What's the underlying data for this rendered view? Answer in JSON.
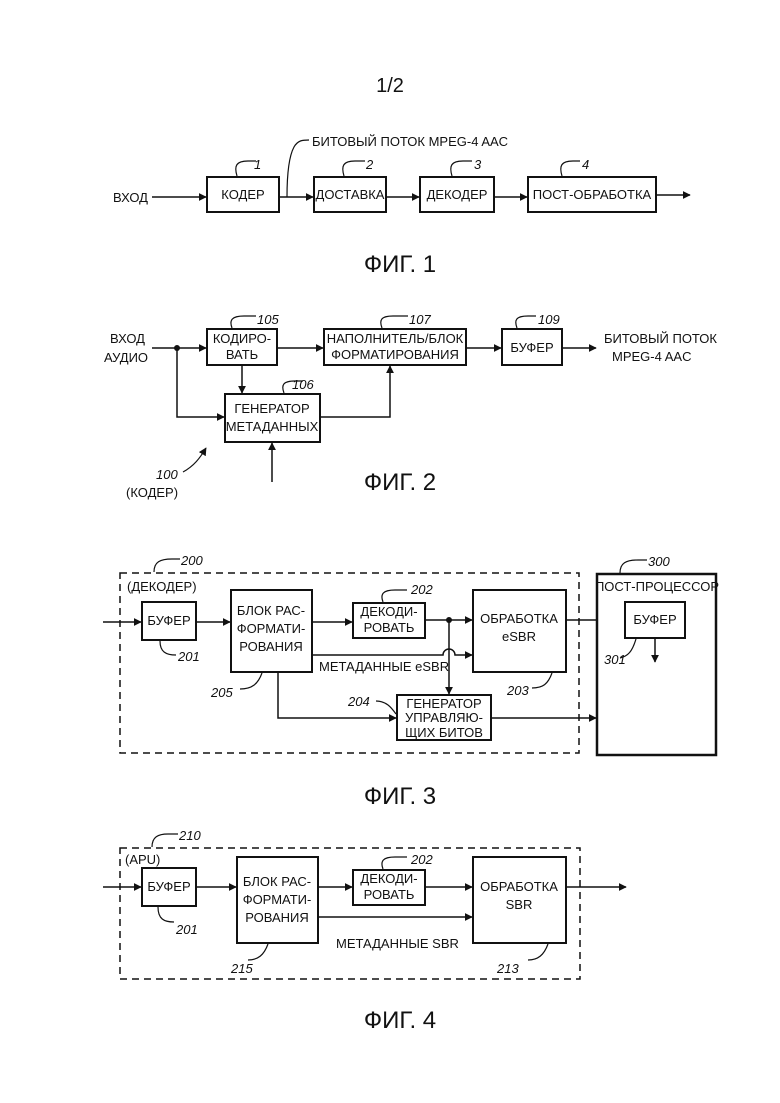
{
  "page_number": "1/2",
  "fig1": {
    "caption": "ФИГ. 1",
    "input": "ВХОД",
    "bitstream": "БИТОВЫЙ ПОТОК MPEG-4 AAC",
    "encoder": "КОДЕР",
    "encoder_ref": "1",
    "delivery": "ДОСТАВКА",
    "delivery_ref": "2",
    "decoder": "ДЕКОДЕР",
    "decoder_ref": "3",
    "postproc": "ПОСТ-ОБРАБОТКА",
    "postproc_ref": "4"
  },
  "fig2": {
    "caption": "ФИГ. 2",
    "input_l1": "ВХОД",
    "input_l2": "АУДИО",
    "encode_l1": "КОДИРО-",
    "encode_l2": "ВАТЬ",
    "encode_ref": "105",
    "filler_l1": "НАПОЛНИТЕЛЬ/БЛОК",
    "filler_l2": "ФОРМАТИРОВАНИЯ",
    "filler_ref": "107",
    "buffer": "БУФЕР",
    "buffer_ref": "109",
    "output_l1": "БИТОВЫЙ ПОТОК",
    "output_l2": "MPEG-4 AAC",
    "metagen_l1": "ГЕНЕРАТОР",
    "metagen_l2": "МЕТАДАННЫХ",
    "metagen_ref": "106",
    "encoder_ref": "100",
    "encoder_label": "(КОДЕР)"
  },
  "fig3": {
    "caption": "ФИГ. 3",
    "decoder_ref": "200",
    "decoder_label": "(ДЕКОДЕР)",
    "buffer": "БУФЕР",
    "buffer_ref": "201",
    "deformat_l1": "БЛОК РАС-",
    "deformat_l2": "ФОРМАТИ-",
    "deformat_l3": "РОВАНИЯ",
    "deformat_ref": "205",
    "decode_l1": "ДЕКОДИ-",
    "decode_l2": "РОВАТЬ",
    "decode_ref": "202",
    "esbr_l1": "ОБРАБОТКА",
    "esbr_l2": "eSBR",
    "esbr_ref": "203",
    "metadata": "МЕТАДАННЫЕ eSBR",
    "ctrl_l1": "ГЕНЕРАТОР",
    "ctrl_l2": "УПРАВЛЯЮ-",
    "ctrl_l3": "ЩИХ БИТОВ",
    "ctrl_ref": "204",
    "post_ref": "300",
    "post_label": "ПОСТ-ПРОЦЕССОР",
    "post_buffer": "БУФЕР",
    "post_buffer_ref": "301"
  },
  "fig4": {
    "caption": "ФИГ. 4",
    "apu_ref": "210",
    "apu_label": "(APU)",
    "buffer": "БУФЕР",
    "buffer_ref": "201",
    "deformat_l1": "БЛОК РАС-",
    "deformat_l2": "ФОРМАТИ-",
    "deformat_l3": "РОВАНИЯ",
    "deformat_ref": "215",
    "decode_l1": "ДЕКОДИ-",
    "decode_l2": "РОВАТЬ",
    "decode_ref": "202",
    "sbr_l1": "ОБРАБОТКА",
    "sbr_l2": "SBR",
    "sbr_ref": "213",
    "metadata": "МЕТАДАННЫЕ SBR"
  }
}
